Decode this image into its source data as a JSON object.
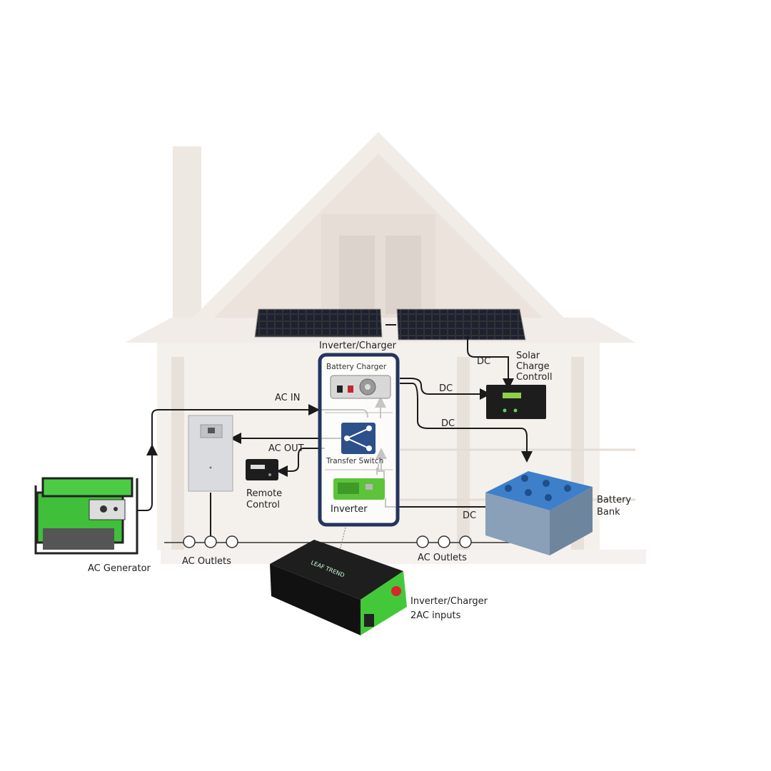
{
  "labels": {
    "inverter_charger_title": "Inverter/Charger",
    "battery_charger": "Battery Charger",
    "transfer_switch": "Transfer Switch",
    "inverter": "Inverter",
    "solar_charge_line1": "Solar",
    "solar_charge_line2": "Charge",
    "solar_charge_line3": "Controll",
    "dc_1": "DC",
    "dc_2": "DC",
    "dc_3": "DC",
    "dc_4": "DC",
    "ac_in": "AC IN",
    "ac_out": "AC OUT",
    "remote_line1": "Remote",
    "remote_line2": "Control",
    "battery_line1": "Battery",
    "battery_line2": "Bank",
    "ac_generator": "AC Generator",
    "ac_outlets_left": "AC Outlets",
    "ac_outlets_right": "AC Outlets",
    "product_line1": "Inverter/Charger",
    "product_line2": "2AC inputs",
    "product_brand": "LEAF TREND"
  },
  "colors": {
    "box_border": "#24345f",
    "line": "#1a1a1a",
    "green": "#3fc23a",
    "battery_blue": "#3d7fc9",
    "house": "#efe9e3"
  }
}
